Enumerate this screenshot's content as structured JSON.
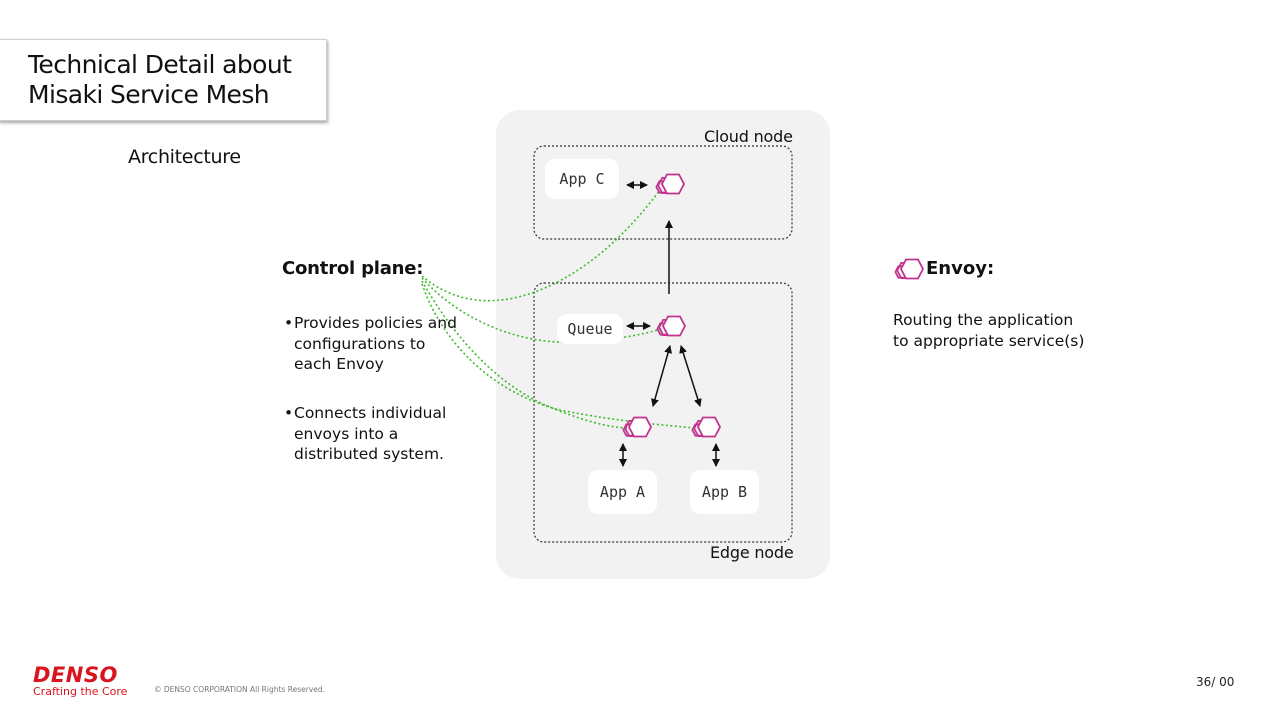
{
  "title": {
    "line1": "Technical Detail about",
    "line2": "Misaki Service Mesh"
  },
  "section_title": "Architecture",
  "control_plane": {
    "title": "Control plane:",
    "bullets": [
      "Provides policies and configurations to each Envoy",
      "Connects individual envoys into a distributed system."
    ]
  },
  "diagram": {
    "cloud_node_label": "Cloud node",
    "edge_node_label": "Edge node",
    "apps": {
      "app_c": "App C",
      "queue": "Queue",
      "app_a": "App A",
      "app_b": "App B"
    },
    "envoy_color": "#c2338f",
    "control_link_color": "#3dbb2b"
  },
  "legend": {
    "icon": "envoy-icon",
    "title": "Envoy:",
    "description": "Routing the application to appropriate service(s)"
  },
  "footer": {
    "brand": "DENSO",
    "tagline": "Crafting the Core",
    "copyright": "© DENSO CORPORATION All Rights Reserved.",
    "page": "36/ 00",
    "brand_color": "#d9141e"
  }
}
